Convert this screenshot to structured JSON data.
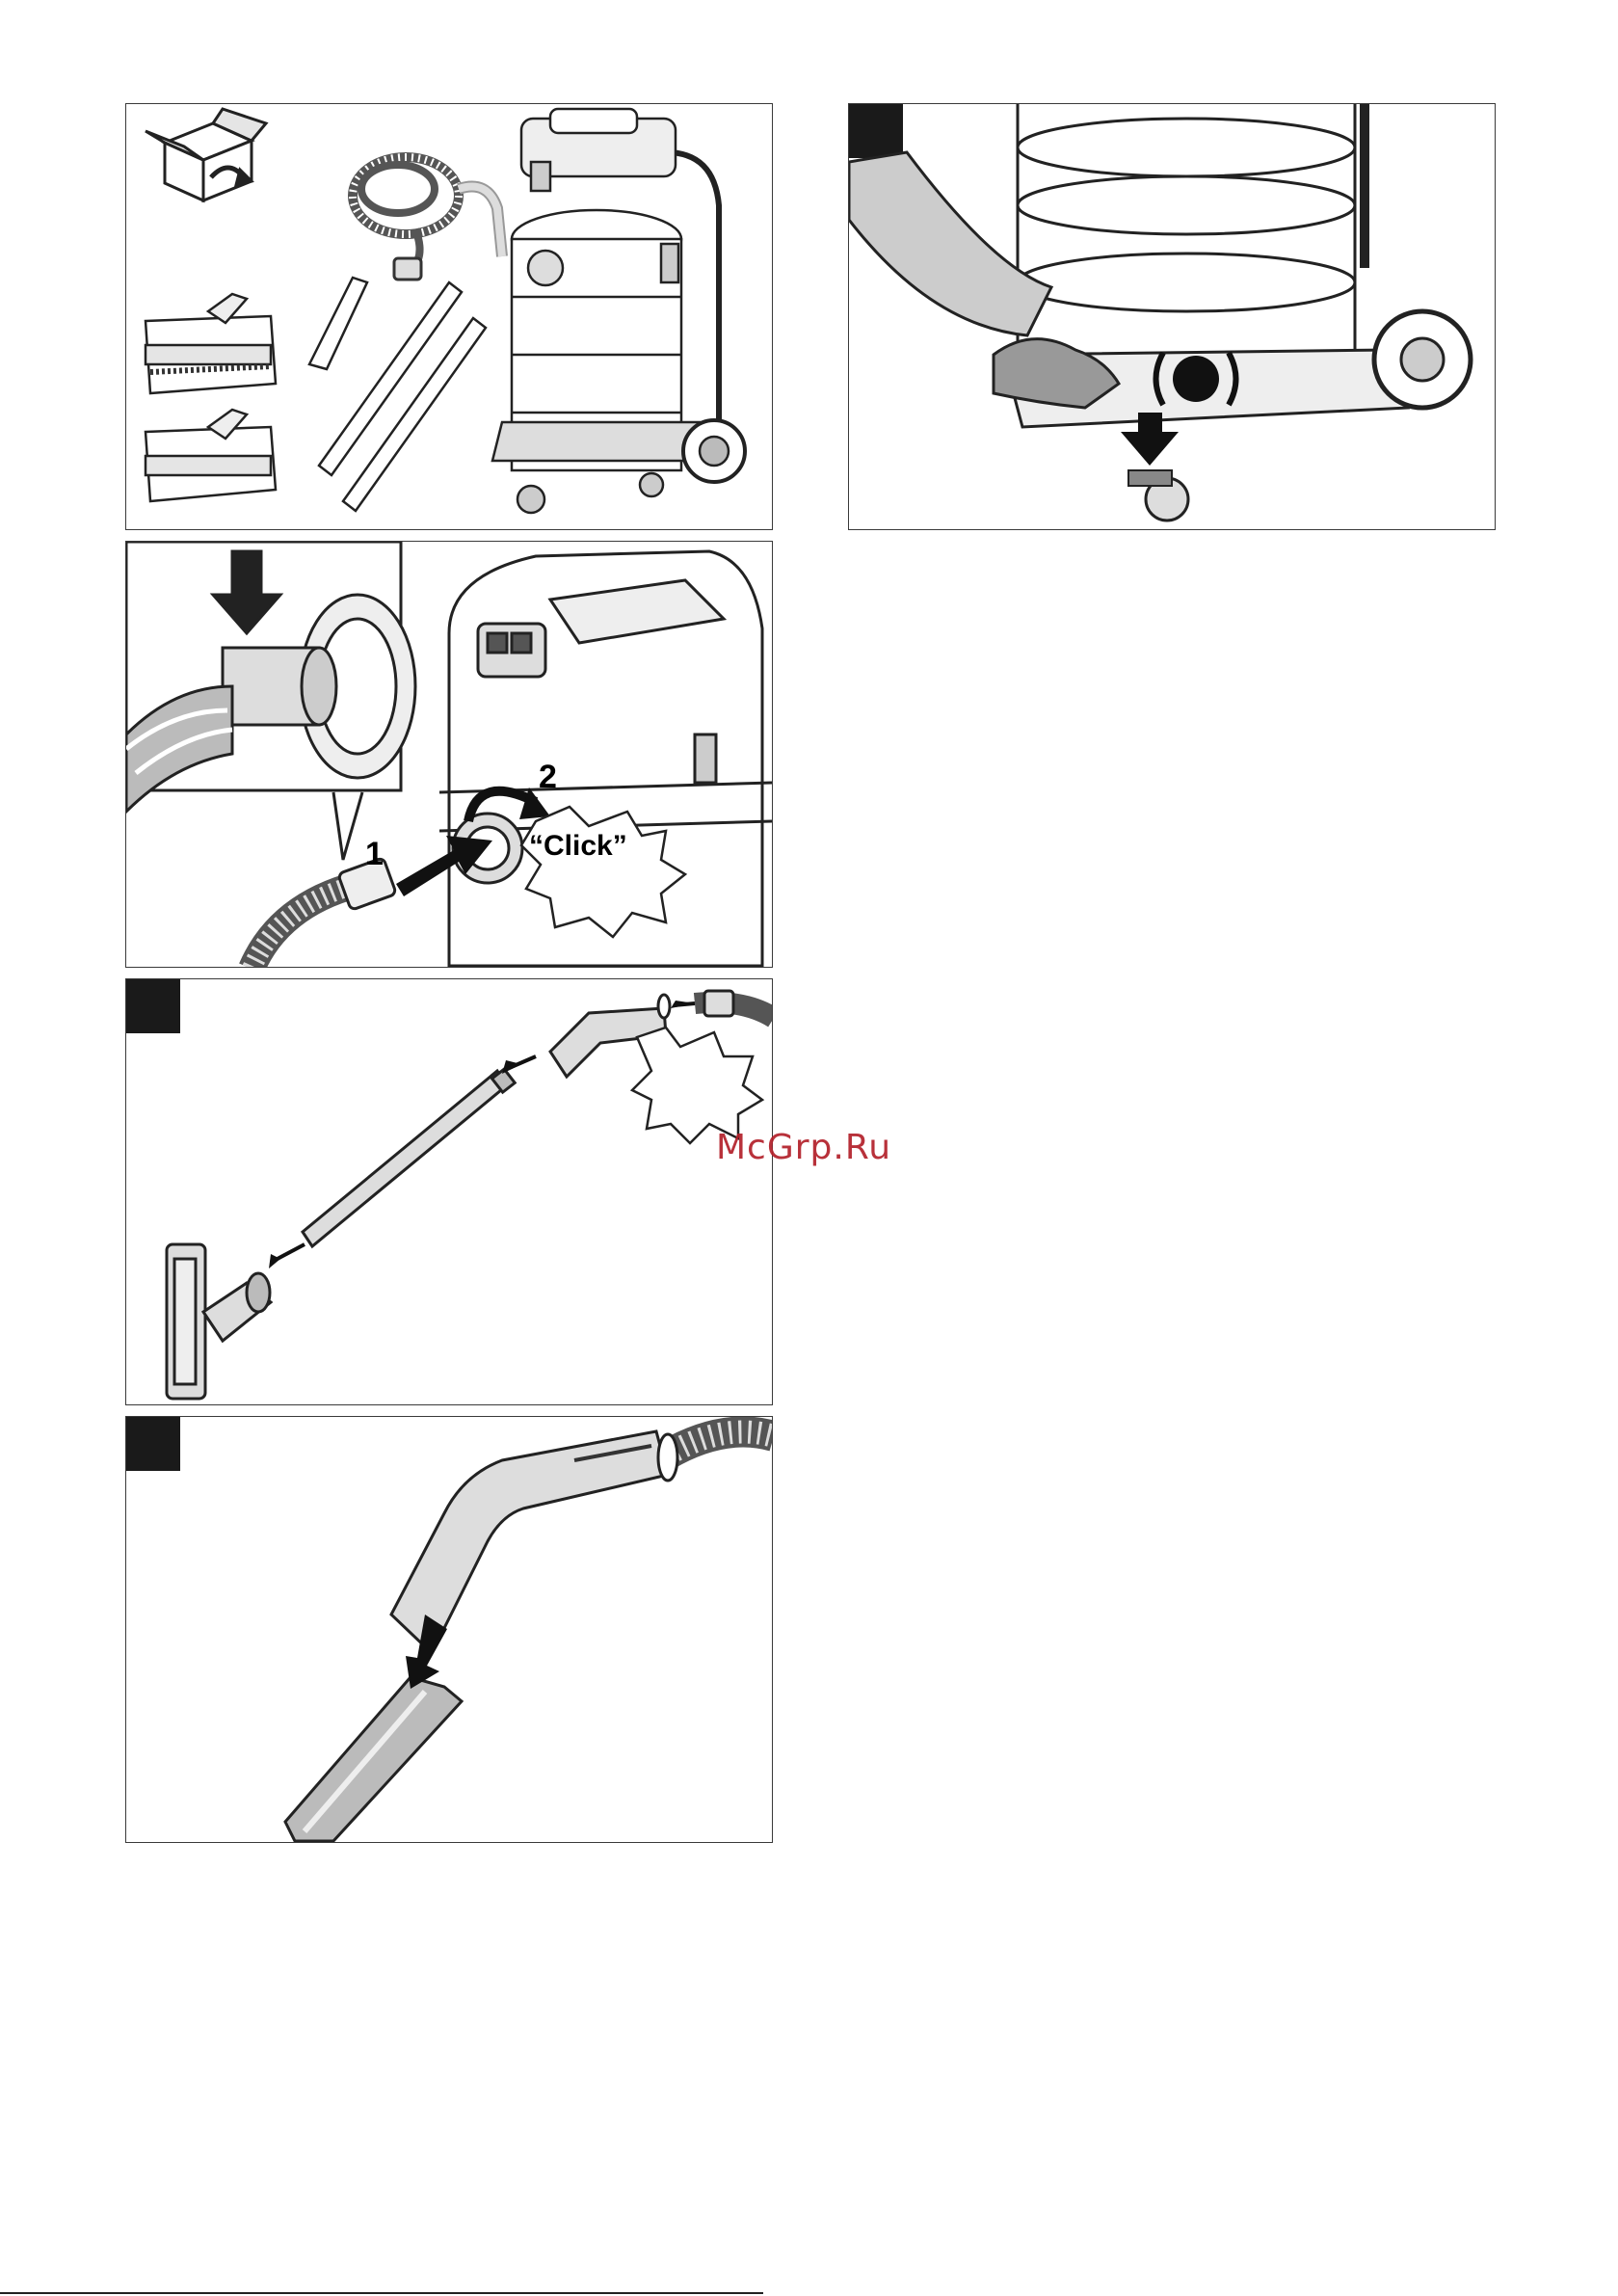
{
  "illustrations": {
    "panel_contents": {
      "badge": ""
    },
    "panel_hose_connect": {
      "step_1": "1",
      "step_2": "2",
      "click_sound": "“Click”"
    },
    "panel_floor_nozzle": {
      "badge": ""
    },
    "panel_crevice_nozzle": {
      "badge": ""
    },
    "panel_caster_brake": {
      "badge": ""
    }
  },
  "watermark": {
    "text": "McGrp.Ru"
  },
  "colors": {
    "line": "#3a3a3a",
    "badge": "#1a1a1a",
    "fill_grey": "#d8d8d8",
    "dark_grey": "#6e6e6e",
    "watermark": "#b3202a"
  }
}
